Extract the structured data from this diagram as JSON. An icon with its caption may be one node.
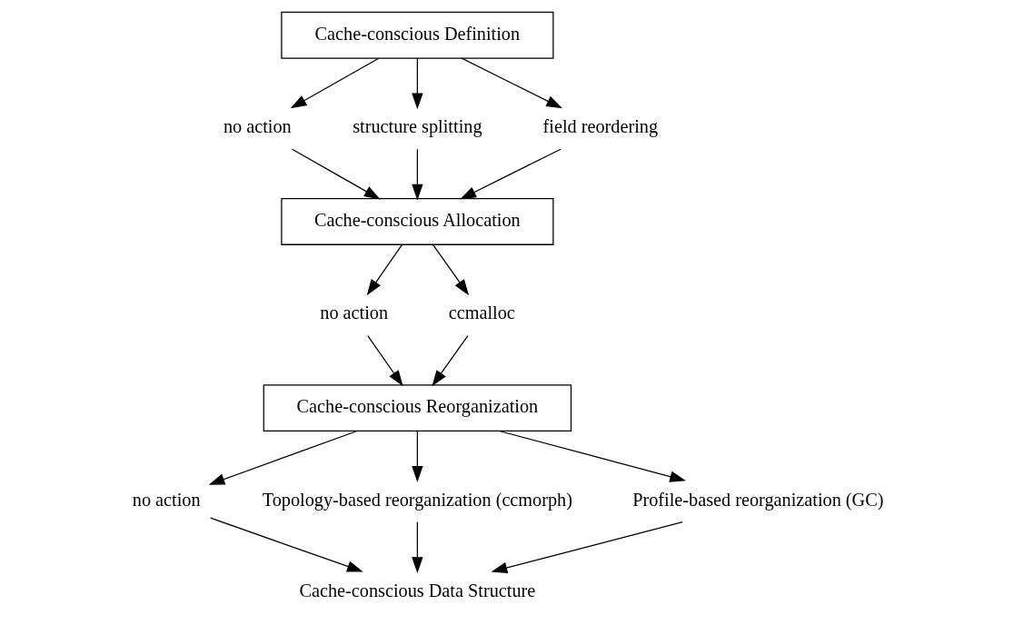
{
  "diagram": {
    "nodes": [
      {
        "text": [
          "Cache-conscious Definition"
        ]
      },
      {
        "text": [
          "no action"
        ]
      },
      {
        "text": [
          "structure splitting"
        ]
      },
      {
        "text": [
          "field reordering"
        ]
      },
      {
        "text": [
          "Cache-conscious Allocation"
        ]
      },
      {
        "text": [
          "no action"
        ]
      },
      {
        "text": [
          "ccmalloc"
        ]
      },
      {
        "text": [
          "Cache-conscious Reorganization"
        ]
      },
      {
        "text": [
          "no action"
        ]
      },
      {
        "text": [
          "Topology-based reorganization (ccmorph)"
        ]
      },
      {
        "text": [
          "Profile-based reorganization (GC)"
        ]
      },
      {
        "text": [
          "Cache-conscious Data Structure"
        ]
      }
    ],
    "edges": [
      {
        "from": 0,
        "to": 1,
        "arrow": "to"
      },
      {
        "from": 0,
        "to": 2,
        "arrow": "to"
      },
      {
        "from": 0,
        "to": 3,
        "arrow": "to"
      },
      {
        "from": 1,
        "to": 4,
        "arrow": "to"
      },
      {
        "from": 2,
        "to": 4,
        "arrow": "to"
      },
      {
        "from": 3,
        "to": 4,
        "arrow": "to"
      },
      {
        "from": 4,
        "to": 5,
        "arrow": "to"
      },
      {
        "from": 4,
        "to": 6,
        "arrow": "to"
      },
      {
        "from": 5,
        "to": 7,
        "arrow": "to"
      },
      {
        "from": 6,
        "to": 7,
        "arrow": "to"
      },
      {
        "from": 7,
        "to": 8,
        "arrow": "to"
      },
      {
        "from": 7,
        "to": 9,
        "arrow": "to"
      },
      {
        "from": 7,
        "to": 10,
        "arrow": "to"
      },
      {
        "from": 8,
        "to": 11,
        "arrow": "to"
      },
      {
        "from": 9,
        "to": 11,
        "arrow": "to"
      },
      {
        "from": 10,
        "to": 11,
        "arrow": "to"
      }
    ]
  }
}
